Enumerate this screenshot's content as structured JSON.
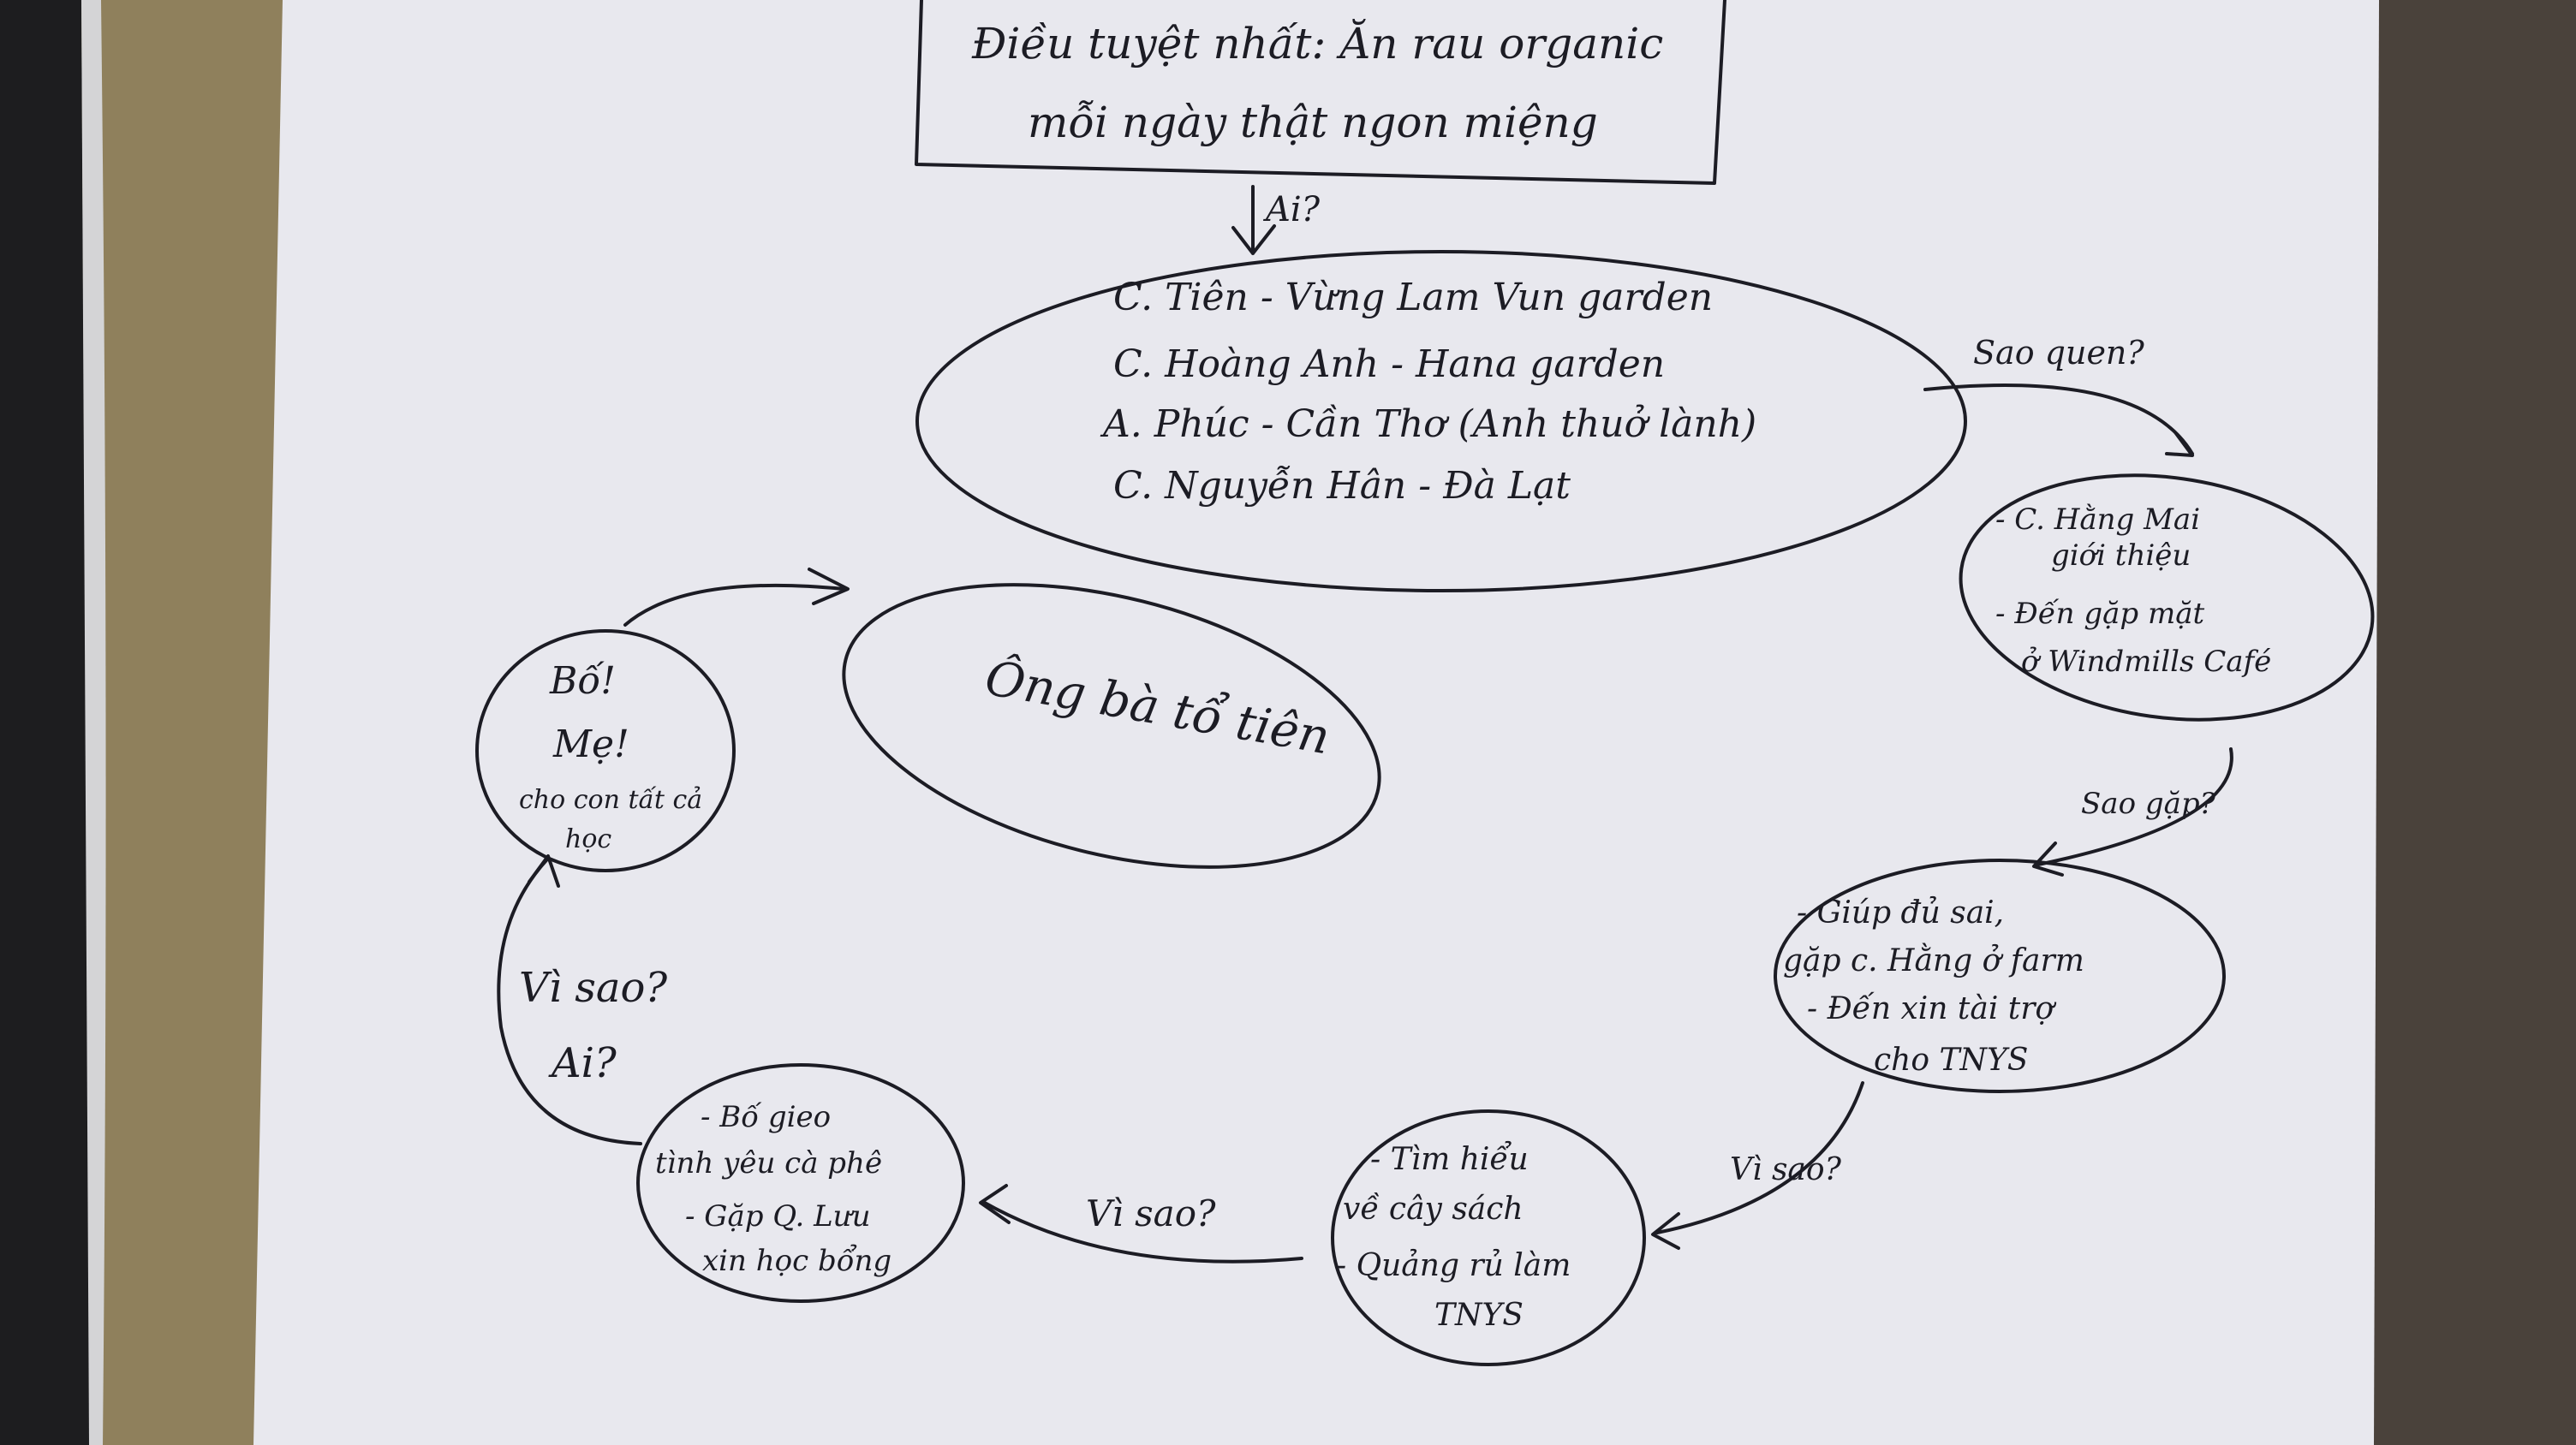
{
  "colors": {
    "paper": "#e9e9ee",
    "ink": "#1c1c24",
    "table": "#4b433d",
    "wood": "#9a8a64",
    "laptop": "#cfcfcf"
  },
  "title_box": {
    "line1": "Điều tuyệt nhất: Ăn rau organic",
    "line2": "mỗi ngày thật ngon miệng"
  },
  "arrows": {
    "ai": "Ai?",
    "sao_quen": "Sao quen?",
    "sao_gap": "Sao gặp?",
    "vi_sao_1": "Vì sao?",
    "vi_sao_2": "Vì sao?",
    "vi_sao_ai_line1": "Vì sao?",
    "vi_sao_ai_line2": "Ai?"
  },
  "people_ellipse": {
    "items": [
      "C. Tiên - Vừng Lam Vun garden",
      "C. Hoàng Anh - Hana garden",
      "A. Phúc - Cần Thơ (Anh thuở lành)",
      "C. Nguyễn Hân - Đà Lạt"
    ]
  },
  "intro_ellipse": {
    "lines": [
      "- C. Hằng Mai",
      "giới thiệu",
      "- Đến gặp mặt",
      "ở Windmills Café"
    ]
  },
  "meet_ellipse": {
    "lines": [
      "- Giúp đủ sai,",
      "gặp c. Hằng ở farm",
      "- Đến xin tài trợ",
      "cho TNYS"
    ]
  },
  "books_circle": {
    "lines": [
      "- Tìm hiểu",
      "về cây sách",
      "- Quảng rủ làm",
      "TNYS"
    ]
  },
  "father_circle": {
    "lines": [
      "- Bố gieo",
      "tình yêu cà phê",
      "- Gặp Q. Lưu",
      "xin học bổng"
    ]
  },
  "parents_circle": {
    "lines": [
      "Bố!",
      "Mẹ!",
      "cho con tất cả",
      "học"
    ]
  },
  "ancestors_ellipse": {
    "text": "Ông bà tổ tiên"
  }
}
